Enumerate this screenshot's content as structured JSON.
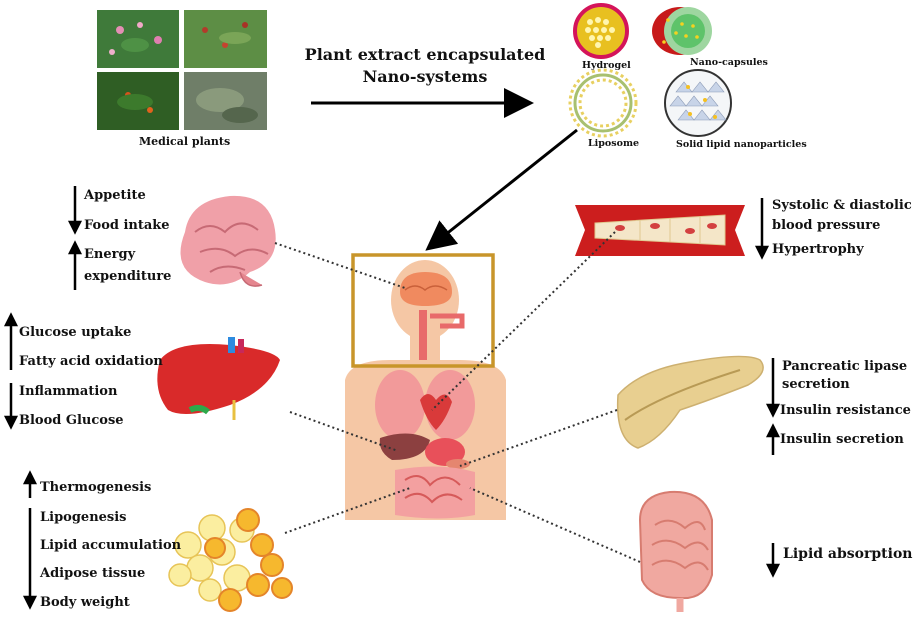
{
  "title": {
    "line1": "Plant extract encapsulated",
    "line2": "Nano-systems"
  },
  "plants_caption": "Medical plants",
  "nanosystems": {
    "hydrogel": "Hydrogel",
    "nanocapsules": "Nano-capsules",
    "liposome": "Liposome",
    "sln": "Solid lipid nanoparticles"
  },
  "brain_effects": {
    "appetite": "Appetite",
    "food_intake": "Food intake",
    "energy_1": "Energy",
    "energy_2": "expenditure"
  },
  "liver_effects": {
    "glucose_uptake": "Glucose uptake",
    "fatty_acid": "Fatty acid oxidation",
    "inflammation": "Inflammation",
    "blood_glucose": "Blood Glucose"
  },
  "adipose_effects": {
    "thermogenesis": "Thermogenesis",
    "lipogenesis": "Lipogenesis",
    "lipid_accumulation": "Lipid accumulation",
    "adipose_tissue": "Adipose tissue",
    "body_weight": "Body weight"
  },
  "vessel_effects": {
    "bp_1": "Systolic & diastolic",
    "bp_2": "blood pressure",
    "hypertrophy": "Hypertrophy"
  },
  "pancreas_effects": {
    "lipase_1": "Pancreatic lipase",
    "lipase_2": "secretion",
    "insulin_resistance": "Insulin resistance",
    "insulin_secretion": "Insulin secretion"
  },
  "intestine_effects": {
    "lipid_absorption": "Lipid  absorption"
  },
  "colors": {
    "organ_red": "#d93a3a",
    "skin": "#f5c7a5",
    "frame": "#c8952a",
    "fat": "#f7e27a"
  }
}
